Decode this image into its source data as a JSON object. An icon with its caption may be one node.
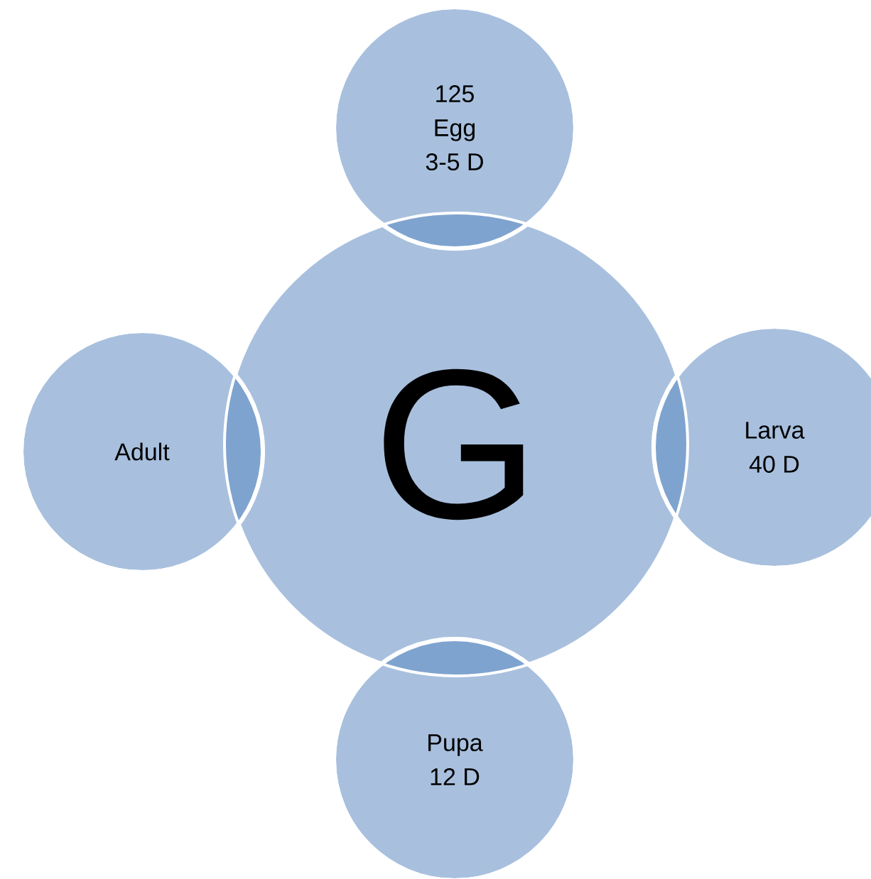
{
  "diagram": {
    "nodes": [
      {
        "text": [
          "G"
        ]
      },
      {
        "text": [
          "125",
          "Egg",
          "3-5 D"
        ]
      },
      {
        "text": [
          "Larva",
          "40 D"
        ]
      },
      {
        "text": [
          "Pupa",
          "12 D"
        ]
      },
      {
        "text": [
          "Adult"
        ]
      }
    ]
  }
}
